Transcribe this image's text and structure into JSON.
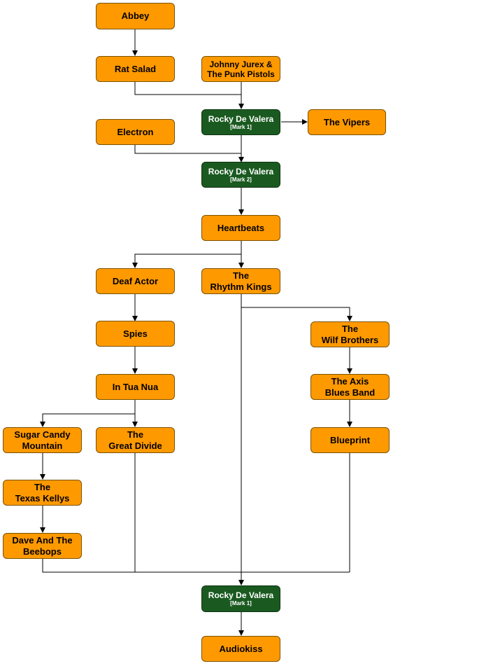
{
  "nodes": {
    "abbey": "Abbey",
    "rat_salad": "Rat Salad",
    "johnny_jurex": [
      "Johnny Jurex &",
      "The Punk Pistols"
    ],
    "rdv_mark1_top": {
      "title": "Rocky De Valera",
      "sub": "[Mark 1]"
    },
    "the_vipers": "The Vipers",
    "electron": "Electron",
    "rdv_mark2": {
      "title": "Rocky De Valera",
      "sub": "[Mark 2]"
    },
    "heartbeats": "Heartbeats",
    "deaf_actor": "Deaf Actor",
    "rhythm_kings": [
      "The",
      "Rhythm Kings"
    ],
    "spies": "Spies",
    "wilf_brothers": [
      "The",
      "Wilf Brothers"
    ],
    "in_tua_nua": "In Tua Nua",
    "axis_blues_band": [
      "The Axis",
      "Blues Band"
    ],
    "sugar_candy_mountain": [
      "Sugar Candy",
      "Mountain"
    ],
    "great_divide": [
      "The",
      "Great Divide"
    ],
    "blueprint": "Blueprint",
    "texas_kellys": [
      "The",
      "Texas Kellys"
    ],
    "dave_beebops": [
      "Dave And The",
      "Beebops"
    ],
    "rdv_mark1_bottom": {
      "title": "Rocky De Valera",
      "sub": "[Mark 1]"
    },
    "audiokiss": "Audiokiss"
  },
  "colors": {
    "band_fill": "#ff9900",
    "rdv_fill": "#1a5a20",
    "line": "#000000"
  }
}
